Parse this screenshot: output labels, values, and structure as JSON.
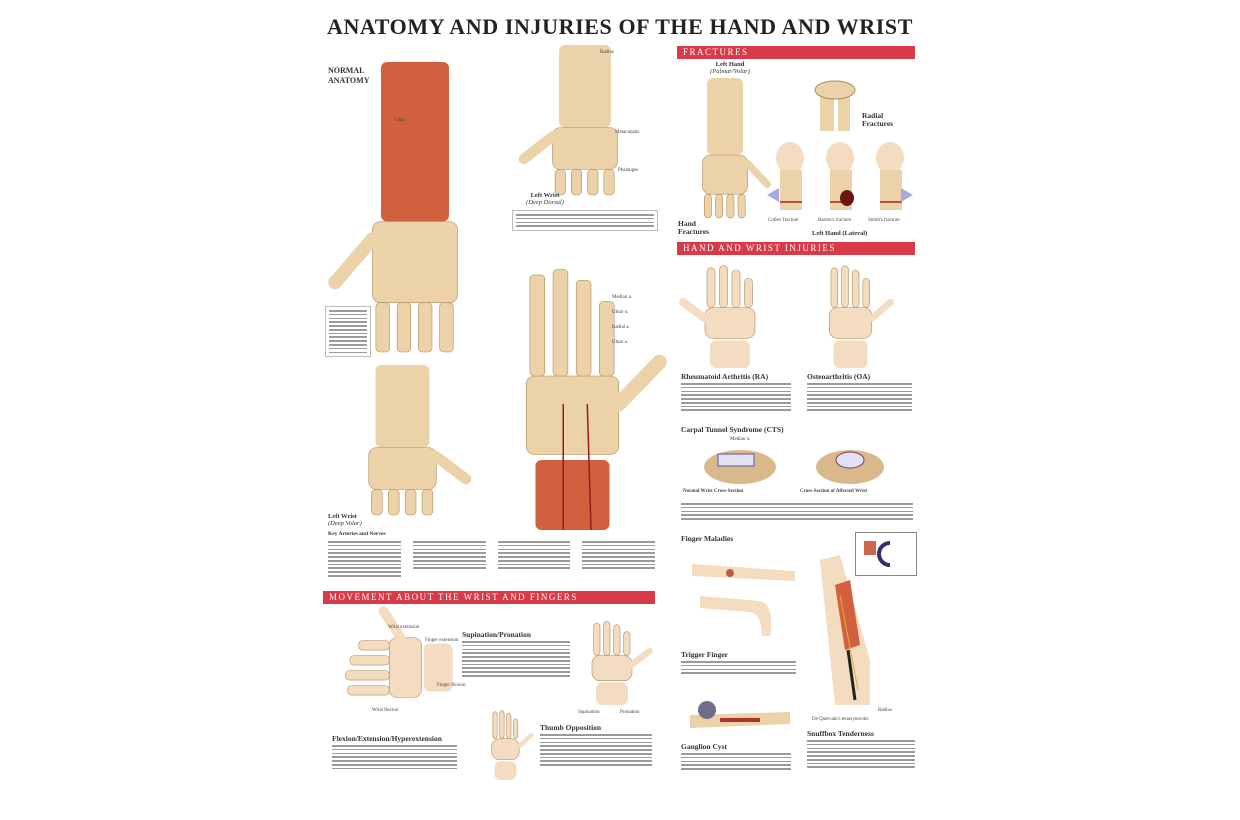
{
  "title": "ANATOMY AND INJURIES OF THE HAND AND WRIST",
  "normal_anatomy": {
    "heading": "NORMAL ANATOMY",
    "dorsal_caption": "Left Wrist",
    "dorsal_sub": "(Deep Dorsal)",
    "volar_caption": "Left Wrist",
    "volar_sub": "(Deep Volar)",
    "key_heading": "Key Arteries and Nerves",
    "labels": [
      "Radius",
      "Ulna",
      "Metacarpals",
      "Phalanges",
      "Median n.",
      "Ulnar n.",
      "Radial a.",
      "Ulnar a."
    ]
  },
  "movement": {
    "band": "MOVEMENT ABOUT THE WRIST AND FINGERS",
    "supination_heading": "Supination/Pronation",
    "supination_label": "Supination",
    "pronation_label": "Pronation",
    "thumb_heading": "Thumb Opposition",
    "flexion_heading": "Flexion/Extension/Hyperextension",
    "wrist_extension": "Wrist extension",
    "finger_extension": "Finger extension",
    "finger_flexion": "Finger flexion",
    "wrist_flexion": "Wrist flexion"
  },
  "fractures": {
    "band": "FRACTURES",
    "left_hand": "Left Hand",
    "left_hand_sub": "(Palmar/Volar)",
    "radial": "Radial Fractures",
    "hand": "Hand Fractures",
    "lateral": "Left Hand (Lateral)",
    "colles": "Colles' fracture",
    "barton": "Barton's fracture",
    "smith": "Smith's fracture"
  },
  "injuries": {
    "band": "HAND AND WRIST INJURIES",
    "ra": "Rheumatoid Arthritis (RA)",
    "oa": "Osteoarthritis (OA)",
    "cts": "Carpal Tunnel Syndrome (CTS)",
    "normal_cs": "Normal Wrist Cross-Section",
    "affected_cs": "Cross-Section of Affected Wrist",
    "median": "Median n.",
    "maladies": "Finger Maladies",
    "trigger": "Trigger Finger",
    "ganglion": "Ganglion Cyst",
    "snuffbox": "Snuffbox Tenderness",
    "dequervain": "De Quervain's tenosynovitis",
    "radius": "Radius"
  },
  "colors": {
    "band": "#d93a48",
    "bone": "#ecd2a8",
    "muscle": "#d0603e",
    "skin": "#f3dcc0"
  }
}
